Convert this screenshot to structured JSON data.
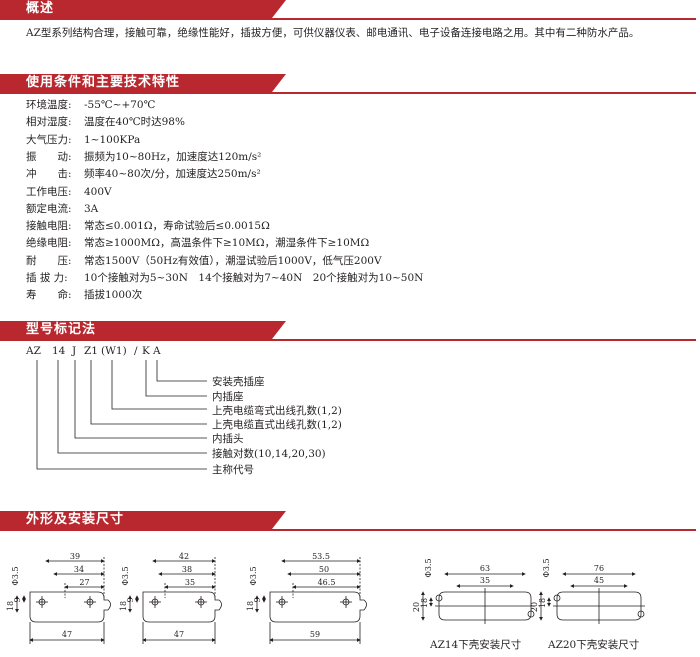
{
  "sections": {
    "overview": "概述",
    "conditions": "使用条件和主要技术特性",
    "model": "型号标记法",
    "dimensions": "外形及安装尺寸"
  },
  "overview_text": "AZ型系列结构合理，接触可靠，绝缘性能好，插拔方便，可供仪器仪表、邮电通讯、电子设备连接电路之用。其中有二种防水产品。",
  "specs": [
    {
      "label": "环境温度:",
      "value": "-55℃~+70℃"
    },
    {
      "label": "相对湿度:",
      "value": "温度在40℃时达98%"
    },
    {
      "label": "大气压力:",
      "value": "1~100KPa"
    },
    {
      "label": "振　　动:",
      "value": "振频为10~80Hz，加速度达120m/s²"
    },
    {
      "label": "冲　　击:",
      "value": "频率40~80次/分，加速度达250m/s²"
    },
    {
      "label": "工作电压:",
      "value": "400V"
    },
    {
      "label": "额定电流:",
      "value": "3A"
    },
    {
      "label": "接触电阻:",
      "value": "常态≤0.001Ω，寿命试验后≤0.0015Ω"
    },
    {
      "label": "绝缘电阻:",
      "value": "常态≥1000MΩ，高温条件下≥10MΩ，潮湿条件下≥10MΩ"
    },
    {
      "label": "耐　　压:",
      "value": "常态1500V（50Hz有效值），潮湿试验后1000V，低气压200V"
    },
    {
      "label": "插 拔 力:",
      "value": "10个接触对为5~30N　14个接触对为7~40N　20个接触对为10~50N"
    },
    {
      "label": "寿　　命:",
      "value": "插拔1000次"
    }
  ],
  "model_code": [
    "AZ",
    "14",
    "J",
    "Z1",
    "(W1)",
    "/",
    "K",
    "A"
  ],
  "model_legend": [
    "安装壳插座",
    "内插座",
    "上壳电缆弯式出线孔数(1,2)",
    "上壳电缆直式出线孔数(1,2)",
    "内插头",
    "接触对数(10,14,20,30)",
    "主称代号"
  ],
  "drawings": [
    {
      "hole": "Φ3.5",
      "dims": [
        "39",
        "34",
        "27",
        "9",
        "18",
        "47"
      ]
    },
    {
      "hole": "Φ3.5",
      "dims": [
        "42",
        "38",
        "35",
        "9",
        "18",
        "47"
      ]
    },
    {
      "hole": "Φ3.5",
      "dims": [
        "53.5",
        "50",
        "46.5",
        "9",
        "18",
        "59"
      ]
    },
    {
      "hole": "Φ3.5",
      "dims": [
        "63",
        "35",
        "18",
        "20"
      ],
      "caption": "AZ14下壳安装尺寸"
    },
    {
      "hole": "Φ3.5",
      "dims": [
        "76",
        "45",
        "18",
        "20"
      ],
      "caption": "AZ20下壳安装尺寸"
    }
  ]
}
